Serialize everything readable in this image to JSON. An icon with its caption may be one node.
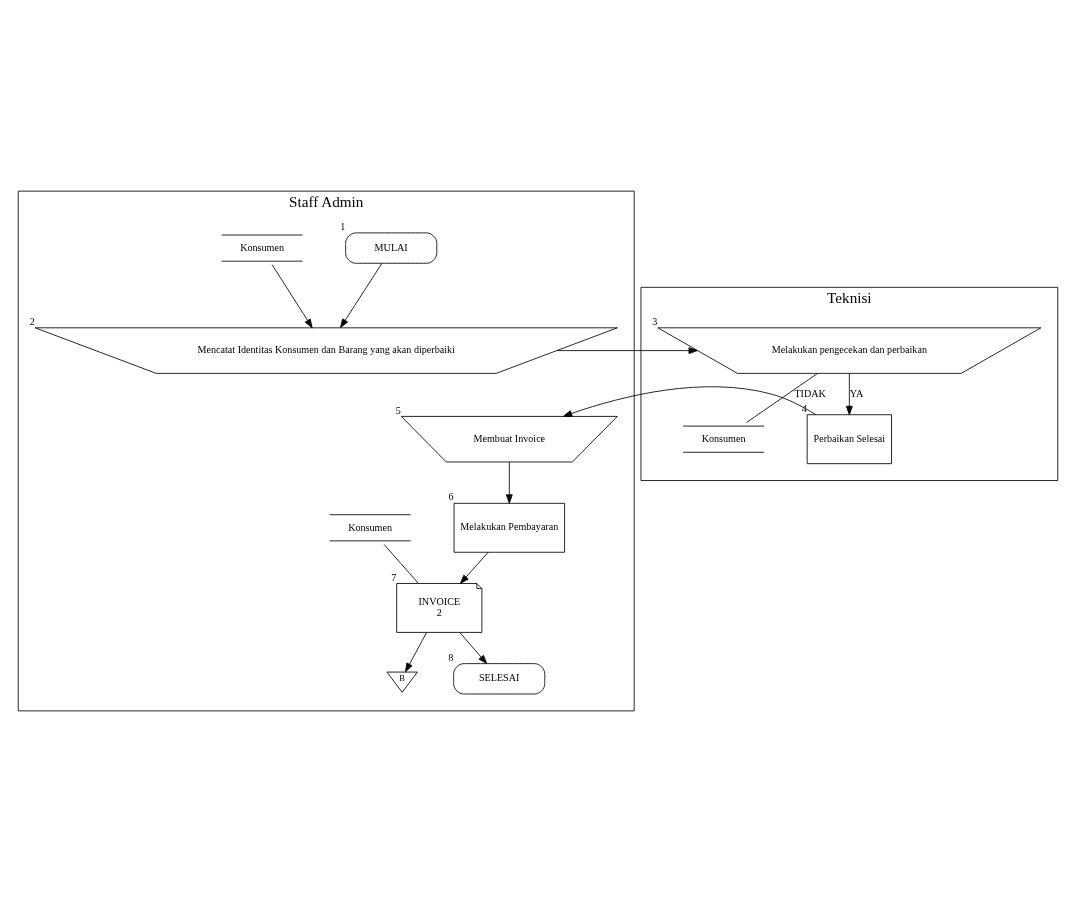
{
  "diagram": {
    "nodes": [
      {
        "text": [
          "Staff Admin"
        ]
      },
      {
        "text": [
          "Teknisi"
        ]
      },
      {
        "text": [
          "MULAI"
        ],
        "in": 0,
        "beside": [
          "1"
        ]
      },
      {
        "text": [
          "Konsumen"
        ],
        "in": 0
      },
      {
        "text": [
          "Mencatat Identitas Konsumen dan Barang yang akan diperbaiki"
        ],
        "in": 0,
        "beside": [
          "2"
        ]
      },
      {
        "text": [
          "Melakukan pengecekan dan perbaikan"
        ],
        "in": 1,
        "beside": [
          "3"
        ]
      },
      {
        "text": [
          "Konsumen"
        ],
        "in": 1
      },
      {
        "text": [
          "Perbaikan Selesai"
        ],
        "in": 1,
        "beside": [
          "4"
        ]
      },
      {
        "text": [
          "Membuat Invoice"
        ],
        "in": 0,
        "beside": [
          "5"
        ]
      },
      {
        "text": [
          "Melakukan Pembayaran"
        ],
        "in": 0,
        "beside": [
          "6"
        ]
      },
      {
        "text": [
          "INVOICE",
          "2"
        ],
        "in": 0,
        "beside": [
          "7"
        ]
      },
      {
        "text": [
          "Konsumen"
        ],
        "in": 0
      },
      {
        "text": [
          "B"
        ],
        "in": 0
      },
      {
        "text": [
          "SELESAI"
        ],
        "in": 0,
        "beside": [
          "8"
        ]
      }
    ],
    "edges": [
      {
        "from": 2,
        "to": 4,
        "arrow": "to"
      },
      {
        "from": 3,
        "to": 4,
        "arrow": "to"
      },
      {
        "from": 4,
        "to": 5,
        "arrow": "to"
      },
      {
        "from": 5,
        "to": 6,
        "arrow": "none",
        "label": "TIDAK"
      },
      {
        "from": 5,
        "to": 7,
        "arrow": "to",
        "label": "YA"
      },
      {
        "from": 7,
        "to": 8,
        "arrow": "to"
      },
      {
        "from": 8,
        "to": 9,
        "arrow": "to"
      },
      {
        "from": 9,
        "to": 10,
        "arrow": "to"
      },
      {
        "from": 11,
        "to": 10,
        "arrow": "none"
      },
      {
        "from": 10,
        "to": 12,
        "arrow": "to"
      },
      {
        "from": 10,
        "to": 13,
        "arrow": "to"
      }
    ]
  }
}
